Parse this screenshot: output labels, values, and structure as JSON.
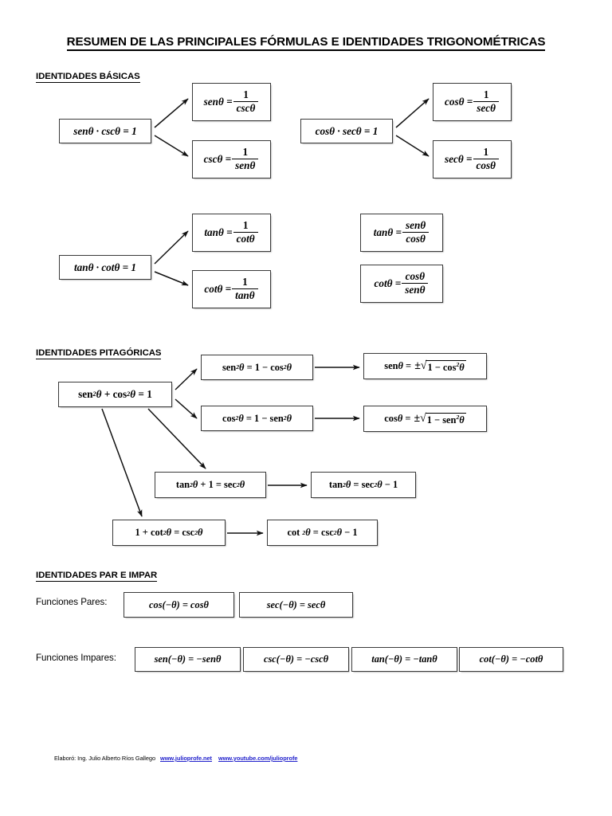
{
  "document": {
    "title": "RESUMEN DE LAS PRINCIPALES FÓRMULAS E IDENTIDADES TRIGONOMÉTRICAS"
  },
  "sections": {
    "basicas": {
      "heading": "IDENTIDADES BÁSICAS"
    },
    "pitagoricas": {
      "heading": "IDENTIDADES PITAGÓRICAS"
    },
    "par_impar": {
      "heading": "IDENTIDADES PAR E IMPAR"
    }
  },
  "basicas": {
    "group_sen": {
      "source": "senθ · cscθ = 1",
      "results": [
        {
          "lhs": "senθ =",
          "num": "1",
          "den": "cscθ"
        },
        {
          "lhs": "cscθ =",
          "num": "1",
          "den": "senθ"
        }
      ]
    },
    "group_cos": {
      "source": "cosθ · secθ = 1",
      "results": [
        {
          "lhs": "cosθ =",
          "num": "1",
          "den": "secθ"
        },
        {
          "lhs": "secθ =",
          "num": "1",
          "den": "cosθ"
        }
      ]
    },
    "group_tan": {
      "source": "tanθ · cotθ = 1",
      "results": [
        {
          "lhs": "tanθ =",
          "num": "1",
          "den": "cotθ"
        },
        {
          "lhs": "cotθ =",
          "num": "1",
          "den": "tanθ"
        }
      ]
    },
    "quotient": [
      {
        "lhs": "tanθ =",
        "num": "senθ",
        "den": "cosθ"
      },
      {
        "lhs": "cotθ =",
        "num": "cosθ",
        "den": "senθ"
      }
    ]
  },
  "pitagoricas": {
    "source": "sen²θ + cos²θ = 1",
    "branch_sen": "sen²θ = 1 − cos²θ",
    "branch_cos": "cos²θ = 1 − sen²θ",
    "solved_sen": "senθ = ±√(1 − cos²θ)",
    "solved_cos": "cosθ = ±√(1 − sen²θ)",
    "branch_tan": "tan²θ + 1 = sec²θ",
    "solved_tan": "tan²θ = sec²θ − 1",
    "branch_cot": "1 + cot²θ = csc²θ",
    "solved_cot": "cot²θ = csc²θ − 1"
  },
  "par_impar": {
    "pares_label": "Funciones Pares:",
    "pares": [
      "cos(−θ) = cosθ",
      "sec(−θ) = secθ"
    ],
    "impares_label": "Funciones Impares:",
    "impares": [
      "sen(−θ) = −senθ",
      "csc(−θ) = −cscθ",
      "tan(−θ) = −tanθ",
      "cot(−θ) = −cotθ"
    ]
  },
  "footer": {
    "author": "Elaboró: Ing. Julio Alberto Ríos Gallego",
    "link_site": "www.julioprofe.net",
    "link_youtube": "www.youtube.com/julioprofe"
  },
  "colors": {
    "text": "#000000",
    "box_border": "#3a3a3a",
    "link": "#2222cc"
  }
}
